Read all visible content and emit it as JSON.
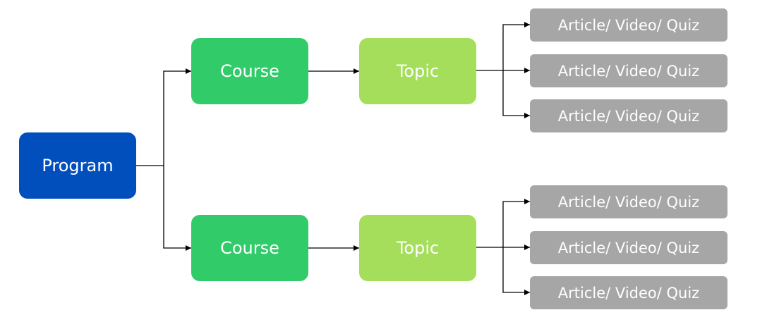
{
  "diagram": {
    "program": {
      "label": "Program"
    },
    "branches": [
      {
        "course": {
          "label": "Course"
        },
        "topic": {
          "label": "Topic"
        },
        "items": [
          {
            "label": "Article/ Video/ Quiz"
          },
          {
            "label": "Article/ Video/ Quiz"
          },
          {
            "label": "Article/ Video/ Quiz"
          }
        ]
      },
      {
        "course": {
          "label": "Course"
        },
        "topic": {
          "label": "Topic"
        },
        "items": [
          {
            "label": "Article/ Video/ Quiz"
          },
          {
            "label": "Article/ Video/ Quiz"
          },
          {
            "label": "Article/ Video/ Quiz"
          }
        ]
      }
    ]
  },
  "colors": {
    "program": "#004fbd",
    "course": "#32cb6a",
    "topic": "#a4de5a",
    "item": "#a6a6a6",
    "connector": "#000000"
  }
}
